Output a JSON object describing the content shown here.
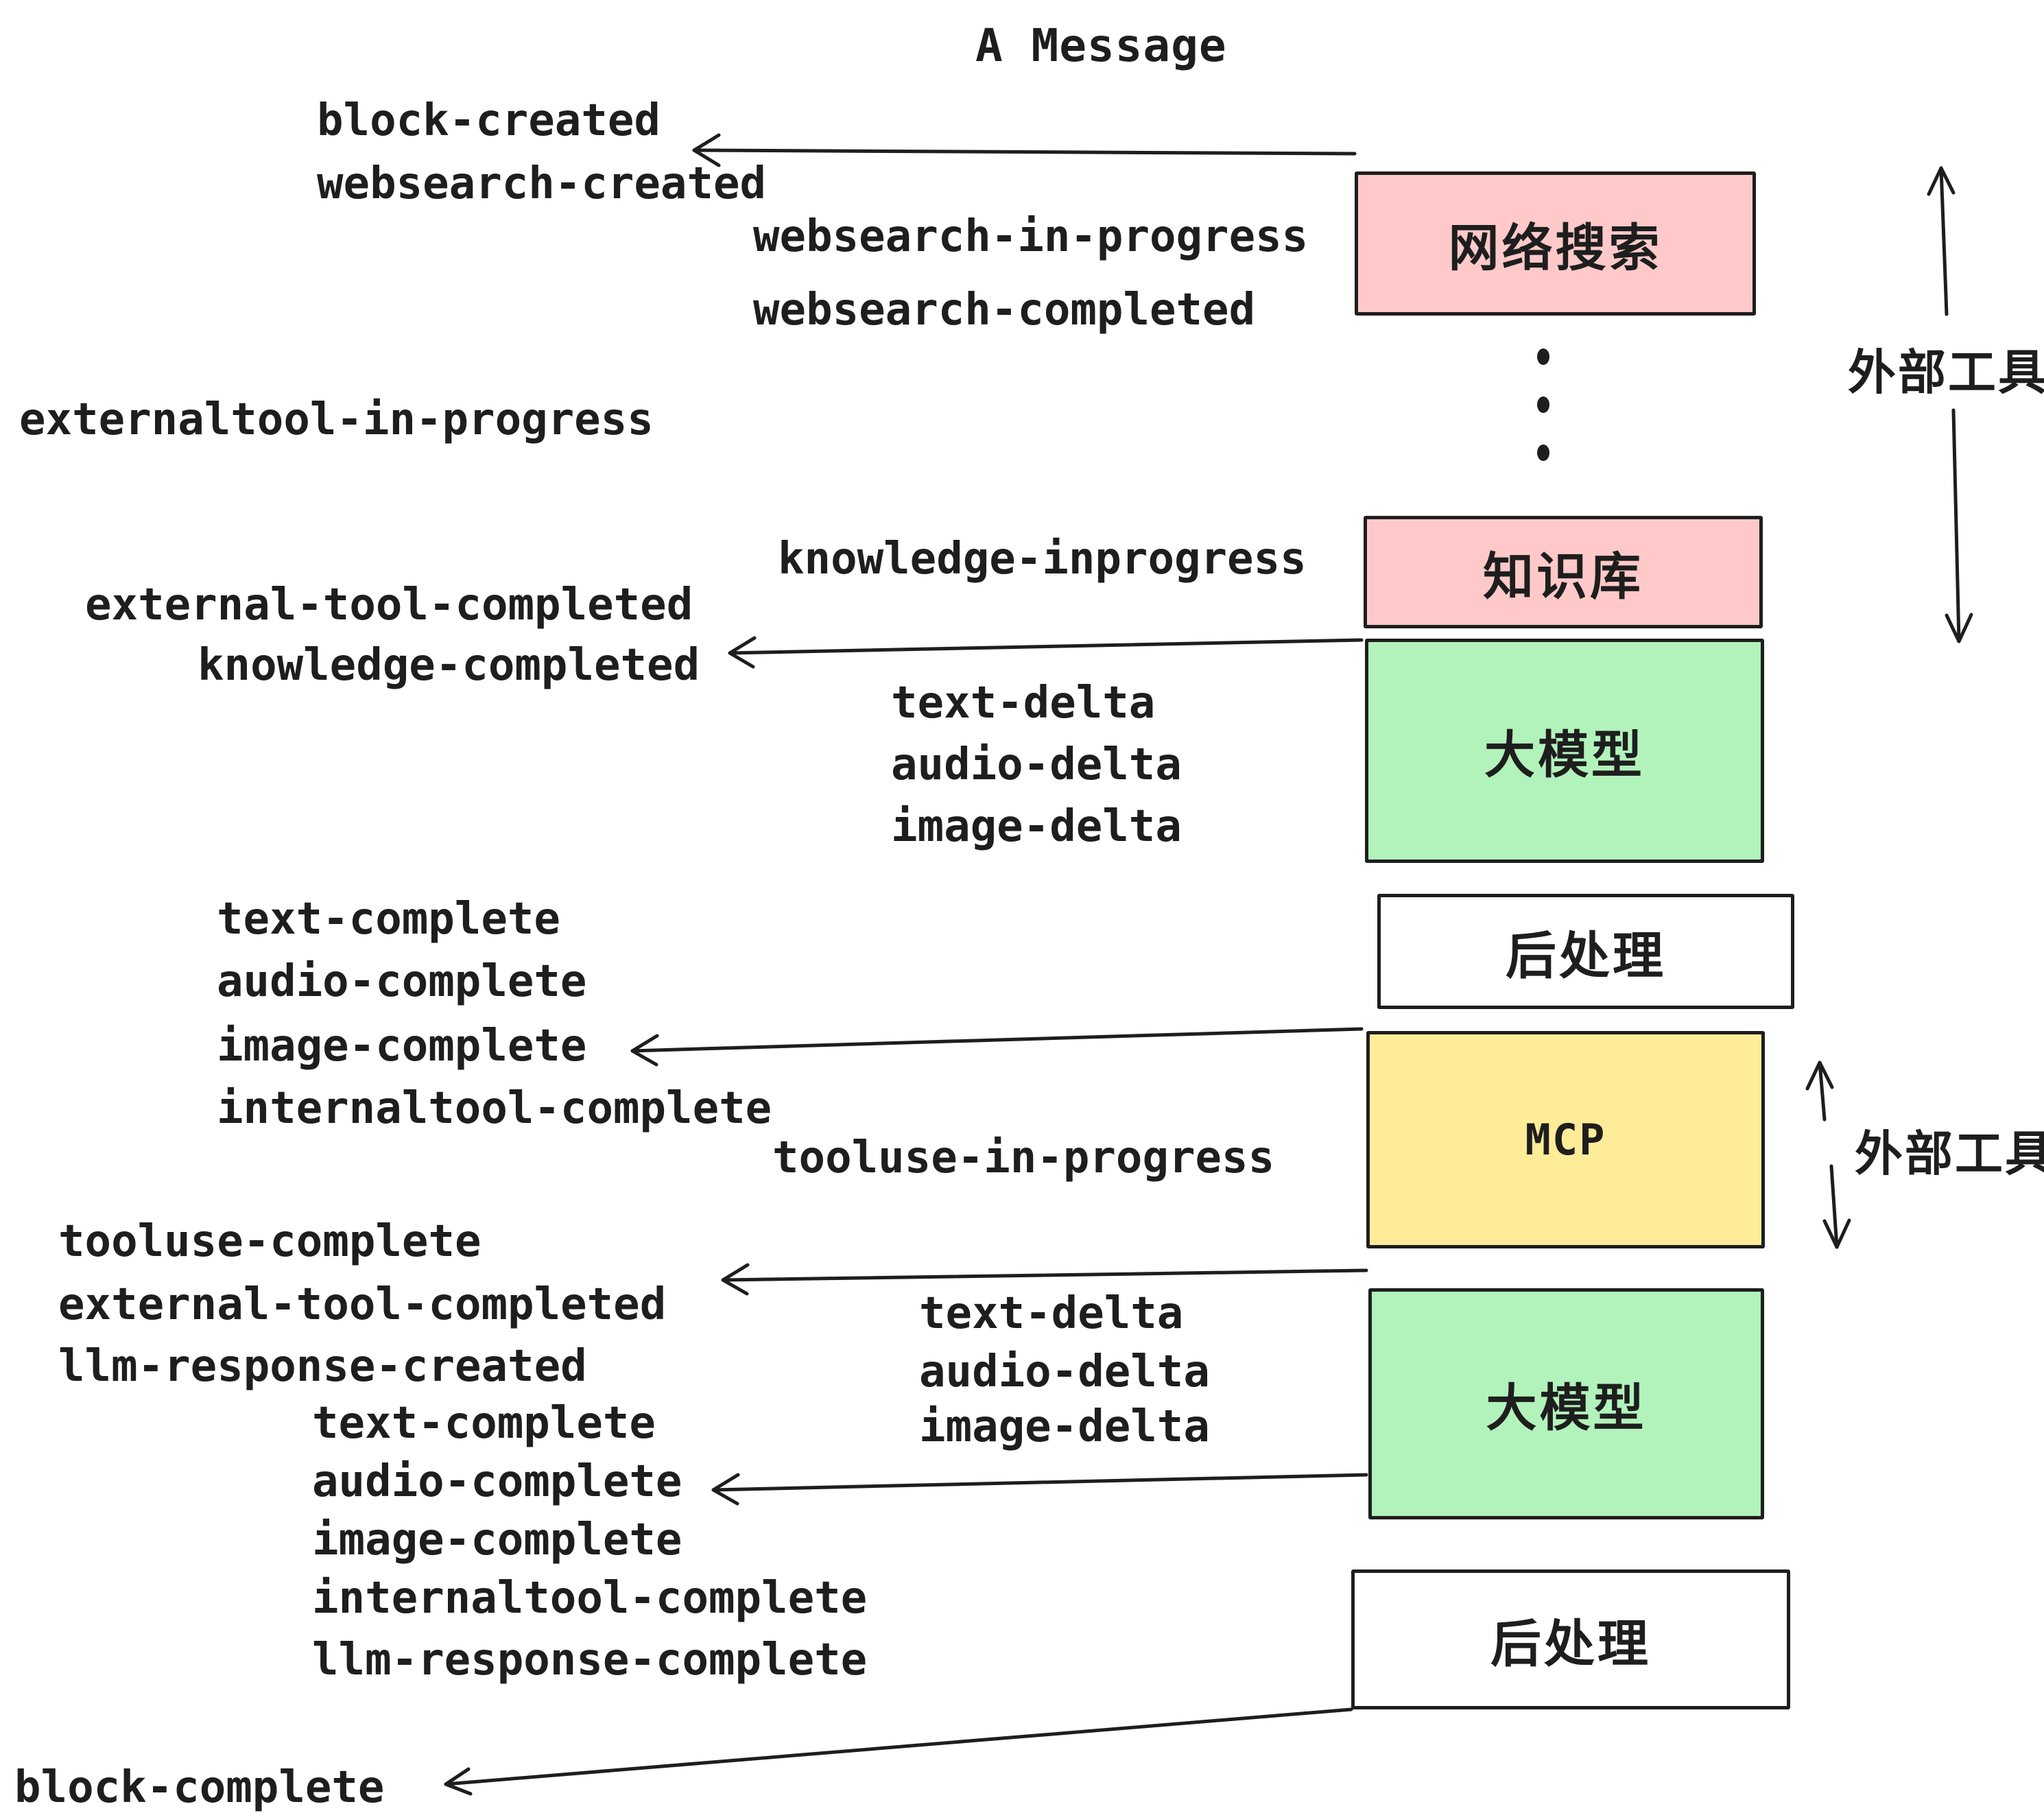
{
  "title": "A Message",
  "palette": {
    "ink": "#1e1e1e",
    "pink": "#ffc9c9",
    "green": "#b2f2bb",
    "yellow": "#ffec99",
    "white": "#ffffff"
  },
  "boxes": [
    {
      "id": "websearch",
      "label": "网络搜索",
      "color": "pink"
    },
    {
      "id": "knowledge",
      "label": "知识库",
      "color": "pink"
    },
    {
      "id": "llm-1",
      "label": "大模型",
      "color": "green"
    },
    {
      "id": "postprocess-1",
      "label": "后处理",
      "color": "white"
    },
    {
      "id": "mcp",
      "label": "MCP",
      "color": "yellow"
    },
    {
      "id": "llm-2",
      "label": "大模型",
      "color": "green"
    },
    {
      "id": "postprocess-2",
      "label": "后处理",
      "color": "white"
    }
  ],
  "events": [
    {
      "label": "block-created"
    },
    {
      "label": "websearch-created"
    },
    {
      "label": "websearch-in-progress"
    },
    {
      "label": "websearch-completed"
    },
    {
      "label": "externaltool-in-progress"
    },
    {
      "label": "knowledge-inprogress"
    },
    {
      "label": "external-tool-completed"
    },
    {
      "label": "knowledge-completed"
    },
    {
      "label": "text-delta"
    },
    {
      "label": "audio-delta"
    },
    {
      "label": "image-delta"
    },
    {
      "label": "text-complete"
    },
    {
      "label": "audio-complete"
    },
    {
      "label": "image-complete"
    },
    {
      "label": "internaltool-complete"
    },
    {
      "label": "tooluse-in-progress"
    },
    {
      "label": "tooluse-complete"
    },
    {
      "label": "external-tool-completed"
    },
    {
      "label": "llm-response-created"
    },
    {
      "label": "text-complete"
    },
    {
      "label": "audio-complete"
    },
    {
      "label": "image-complete"
    },
    {
      "label": "internaltool-complete"
    },
    {
      "label": "llm-response-complete"
    },
    {
      "label": "block-complete"
    },
    {
      "label": "text-delta"
    },
    {
      "label": "audio-delta"
    },
    {
      "label": "image-delta"
    }
  ],
  "annotations": [
    {
      "label": "外部工具"
    },
    {
      "label": "外部工具"
    }
  ]
}
